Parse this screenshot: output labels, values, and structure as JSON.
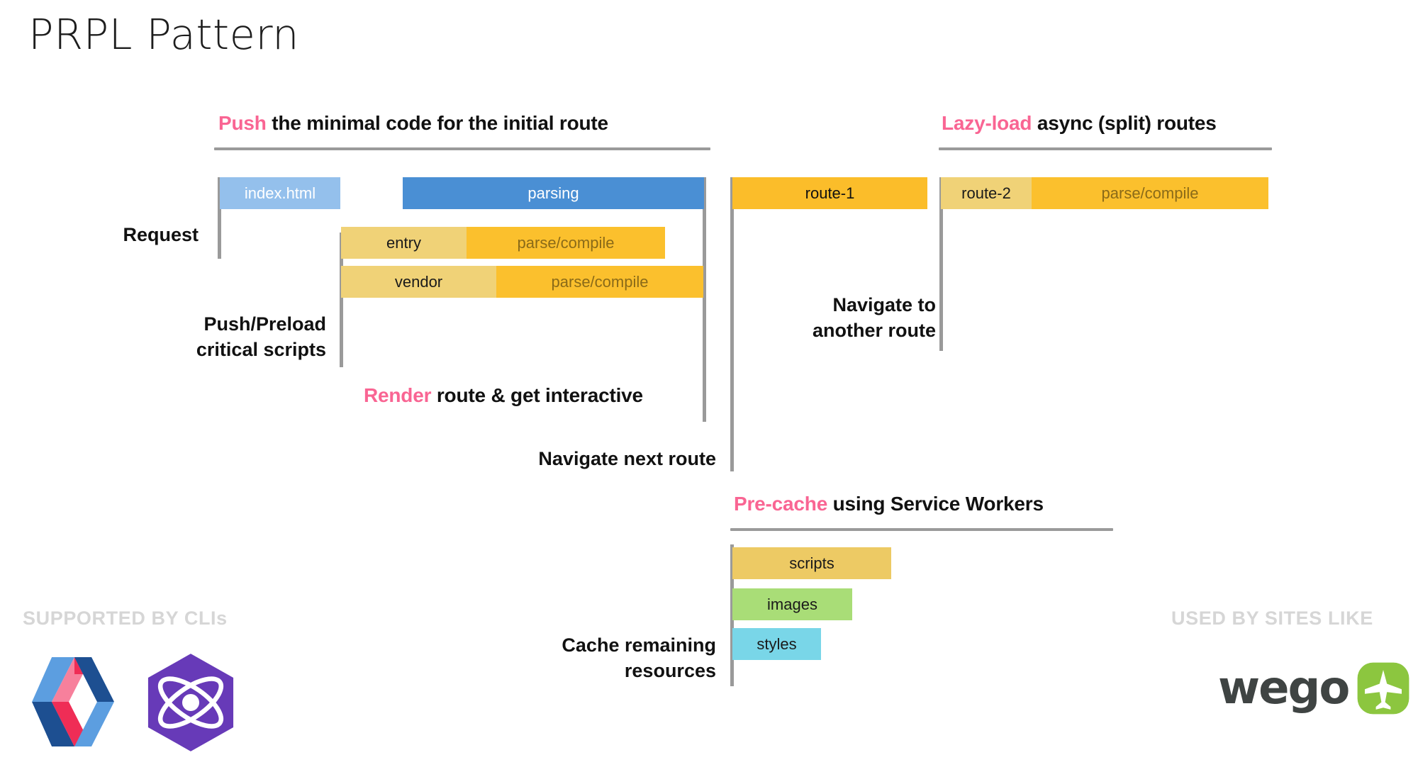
{
  "title": "PRPL Pattern",
  "sections": {
    "push": {
      "keyword": "Push",
      "rest": " the minimal code for the initial route"
    },
    "lazy": {
      "keyword": "Lazy-load",
      "rest": " async (split) routes"
    },
    "render": {
      "keyword": "Render",
      "rest": " route & get interactive"
    },
    "precache": {
      "keyword": "Pre-cache",
      "rest": " using Service Workers"
    }
  },
  "labels": {
    "request": "Request",
    "push_preload": "Push/Preload\ncritical scripts",
    "navigate_next": "Navigate next route",
    "navigate_another": "Navigate to\nanother route",
    "cache_remaining": "Cache remaining\nresources"
  },
  "bars": {
    "index_html": "index.html",
    "parsing": "parsing",
    "entry": "entry",
    "entry_parse": "parse/compile",
    "vendor": "vendor",
    "vendor_parse": "parse/compile",
    "route1": "route-1",
    "route2": "route-2",
    "route2_parse": "parse/compile",
    "scripts": "scripts",
    "images": "images",
    "styles": "styles"
  },
  "footer": {
    "supported_by": "SUPPORTED BY CLIs",
    "used_by": "USED BY SITES LIKE",
    "wego_name": "wego"
  },
  "colors": {
    "accent_pink": "#f96593",
    "index_html": "#94c0ec",
    "parsing": "#4a8fd4",
    "light_yellow": "#f0d277",
    "orange": "#fbc02d",
    "scripts": "#edca64",
    "images": "#a9dd77",
    "styles": "#79d6e8",
    "rule_gray": "#9a9a9a",
    "footer_gray": "#d6d6d6"
  },
  "icons": {
    "polymer": "polymer-logo-icon",
    "preact": "preact-atom-logo-icon",
    "wego_plane": "airplane-icon"
  }
}
